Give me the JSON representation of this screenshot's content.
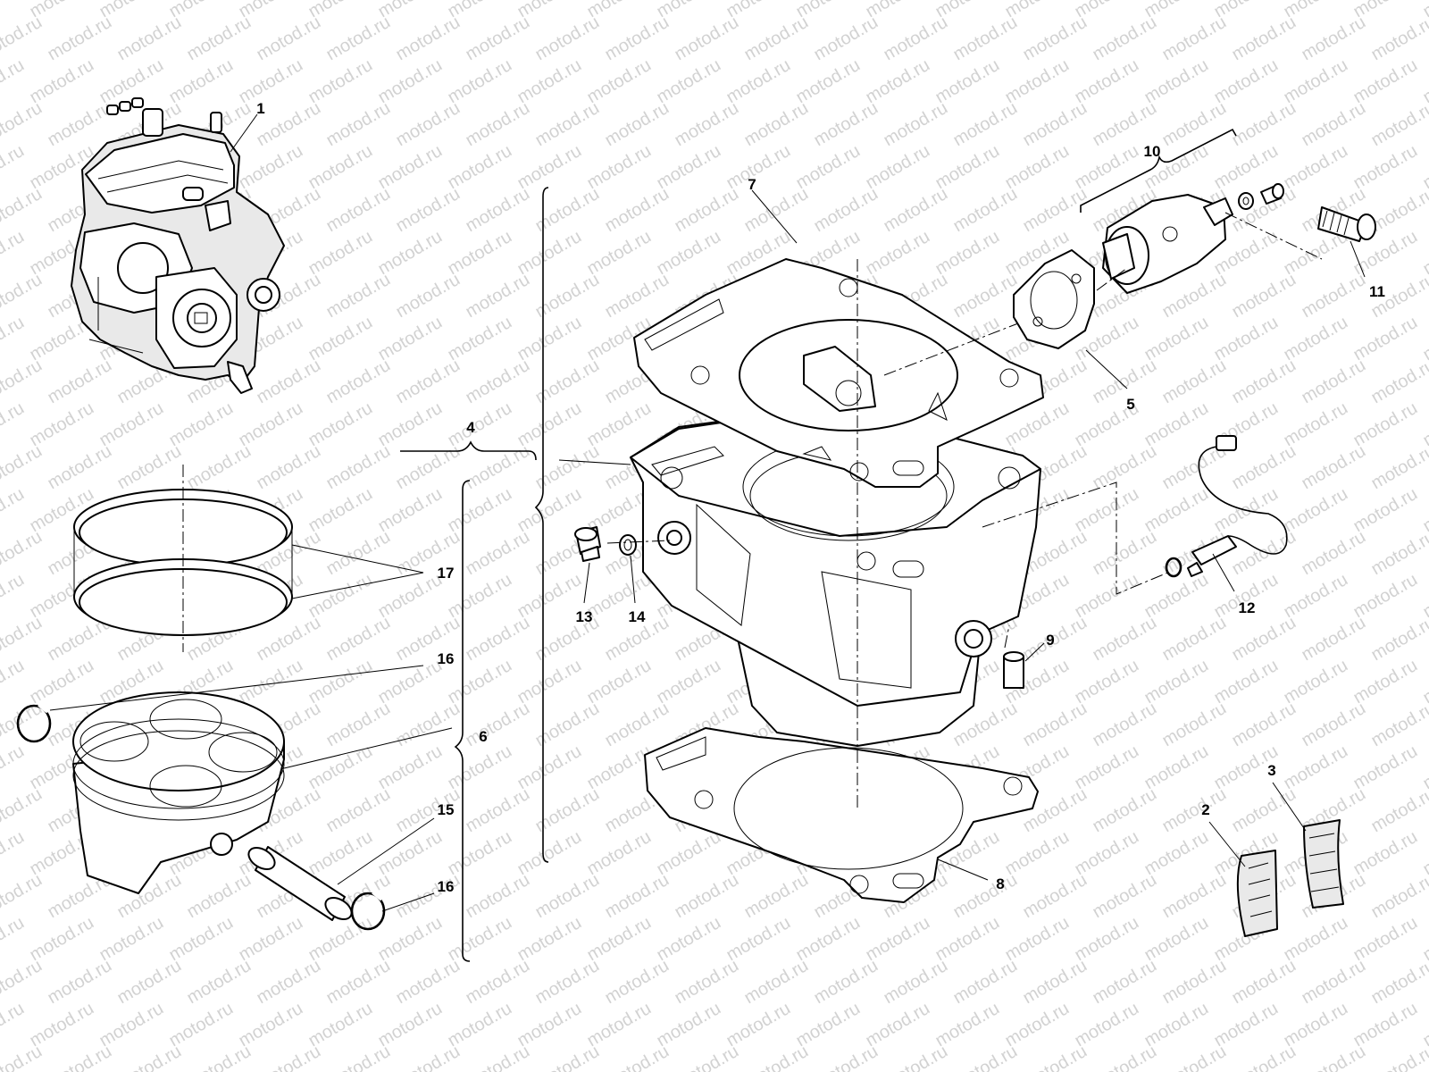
{
  "diagram": {
    "watermark": "motod.ru",
    "callouts": {
      "c1": "1",
      "c2": "2",
      "c3": "3",
      "c4": "4",
      "c5": "5",
      "c6": "6",
      "c7": "7",
      "c8": "8",
      "c9": "9",
      "c10": "10",
      "c11": "11",
      "c12": "12",
      "c13": "13",
      "c14": "14",
      "c15": "15",
      "c16a": "16",
      "c16b": "16",
      "c17": "17"
    }
  }
}
